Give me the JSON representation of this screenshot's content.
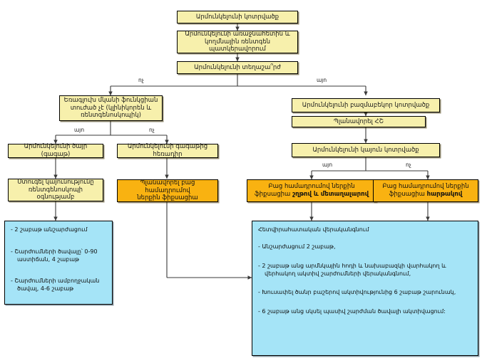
{
  "diagram": {
    "title": "Armunkeluni kotrvatsk algorithm",
    "colors": {
      "yellow": "#f7f0ac",
      "orange": "#f9b211",
      "blue": "#a5e4f7",
      "outline": "#000000"
    },
    "nodes": {
      "n1": {
        "text": "Արմունկելունի կոտրվածք"
      },
      "n2": {
        "line1": "Արմունկելունի առաջնահետին և",
        "line2": "կողմնային ռենտգեն պատկերավորում"
      },
      "n3": {
        "text": "Արմունկելունի տեղաշա՞րժ"
      },
      "n4": {
        "line1": "Եռագլուխ մկանի ֆունկցիան",
        "line2": "տուժած չէ (կլինիկորեն և",
        "line3": "ռենտգենոսկոպիկ)"
      },
      "n5": {
        "text": "Արմունկելունի ծայր (գագաթ)"
      },
      "n6": {
        "text": "Արմունկելունի գագաթից հեռադիր"
      },
      "n7": {
        "line1": "Ստուգել կայունությունը",
        "line2": "ռենտգենոսկոպի օգնությամբ"
      },
      "n8": {
        "line1": "Պլանավորել բաց համադրումով",
        "line2": "ներքին ֆիքսացիա"
      },
      "n9": {
        "text": "Արմունկելունի բազմաբեկոր կոտրվածք"
      },
      "n10": {
        "text": "Պլանավորել ՀՇ"
      },
      "n11": {
        "text": "Արմունկելունի կայուն կոտրվածք"
      },
      "n12": {
        "line1": "Բաց համադրումով ներքին",
        "line2_plain": "ֆիքսացիա ",
        "line2_bold": "շղթով և մետաղալարով"
      },
      "n13": {
        "line1": "Բաց համադրումով ներքին",
        "line2_plain": "ֆիքսացիա ",
        "line2_bold": "հարթակով"
      },
      "n14": {
        "bullets": [
          "- 2 շաբաթ անշարժացում",
          "- Շարժումների ծավալը՝ 0-90 աստիճան, 4 շաբաթ",
          "- Շարժումների ամբողջական ծավալ, 4-6 շաբաթ"
        ]
      },
      "n15": {
        "header": "Հետվիրահատական վերականգնում",
        "bullets": [
          "- Անշարժացում 2 շաբաթ,",
          "- 2 շաբաթ անց արմնկային հոդի և նախաբազկի վարհակող և վերհակող ակտիվ շարժումների վերականգնում,",
          "- Խուսափել ծանր բաշերով ակտիվությունից 6 շաբաթ շարունակ,",
          "- 6 շաբաթ անց սկսել պասիվ շարժման ծավալի ակտիվացում:"
        ]
      }
    },
    "edge_labels": {
      "e1": "ոչ",
      "e2": "այո",
      "e3": "այո",
      "e4": "ոչ",
      "e5": "այո",
      "e6": "ոչ"
    }
  }
}
